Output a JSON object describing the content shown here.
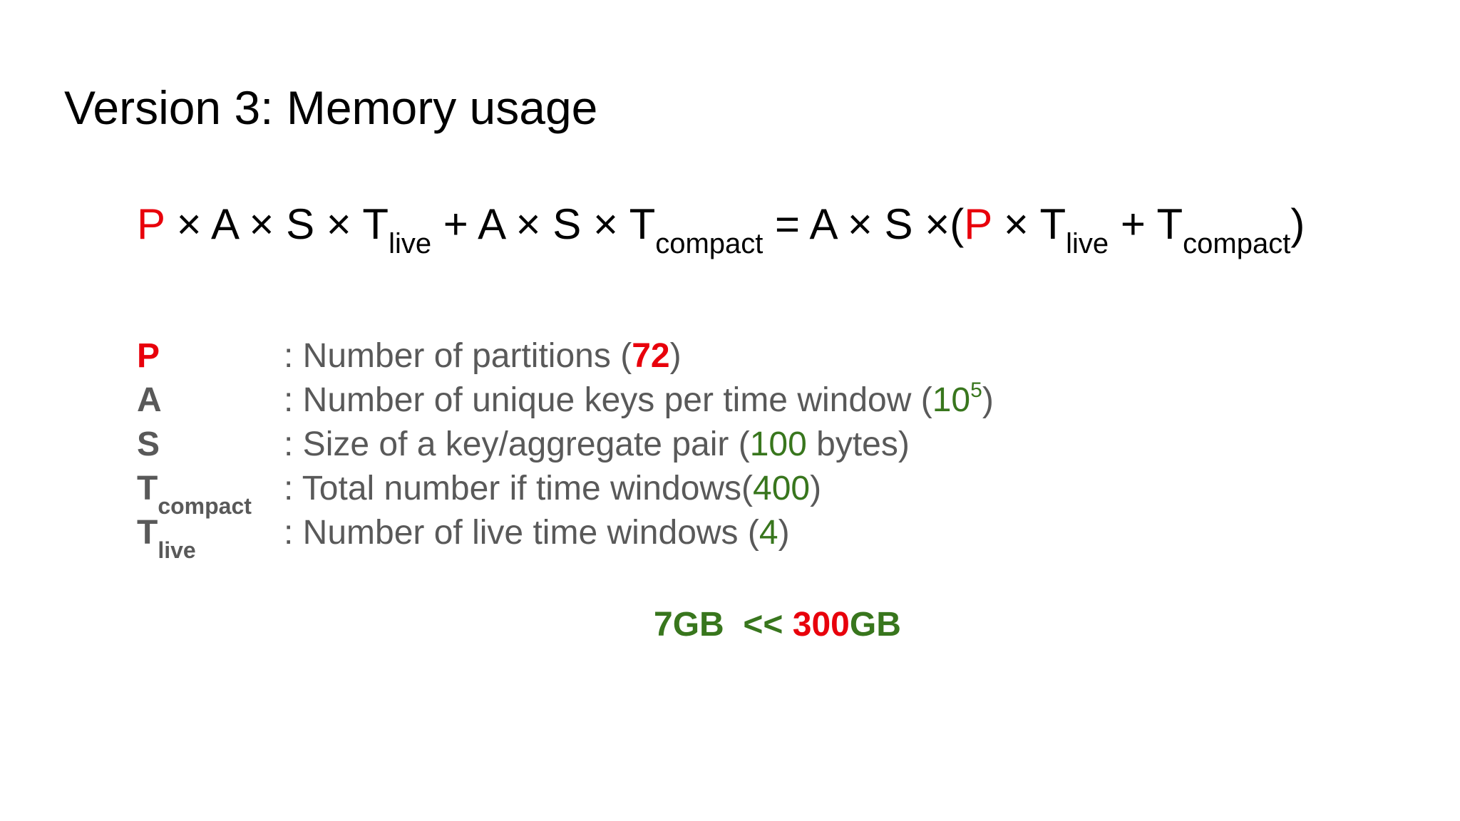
{
  "slide": {
    "title": "Version 3: Memory usage",
    "formula": {
      "p1": "P",
      "t1": " × A × S × T",
      "live1": "live",
      "t2": "  + A × S × T",
      "compact1": "compact",
      "t3": " =  A × S ×(",
      "p2": "P",
      "t4": " × T",
      "live2": "live",
      "t5": " + T",
      "compact2": "compact",
      "t6": ")"
    },
    "definitions": [
      {
        "symbol": "P",
        "desc_pre": ": Number of partitions (",
        "value": "72",
        "desc_post": ")"
      },
      {
        "symbol": "A",
        "desc_pre": ": Number of unique keys per time window (",
        "value": "10",
        "exponent": "5",
        "desc_post": ")"
      },
      {
        "symbol": "S",
        "desc_pre": ": Size of a key/aggregate pair (",
        "value": "100",
        "desc_post": " bytes)"
      },
      {
        "symbol": "T",
        "subscript": "compact",
        "desc_pre": ": Total number if time windows(",
        "value": "400",
        "desc_post": ")"
      },
      {
        "symbol": "T",
        "subscript": "live",
        "desc_pre": ": Number of live time windows (",
        "value": "4",
        "desc_post": ")"
      }
    ],
    "result": {
      "left": "7GB  << ",
      "red_part": "300",
      "right": "GB"
    },
    "colors": {
      "red": "#e8000b",
      "green": "#38761d",
      "gray": "#595959",
      "text": "#000000"
    }
  }
}
